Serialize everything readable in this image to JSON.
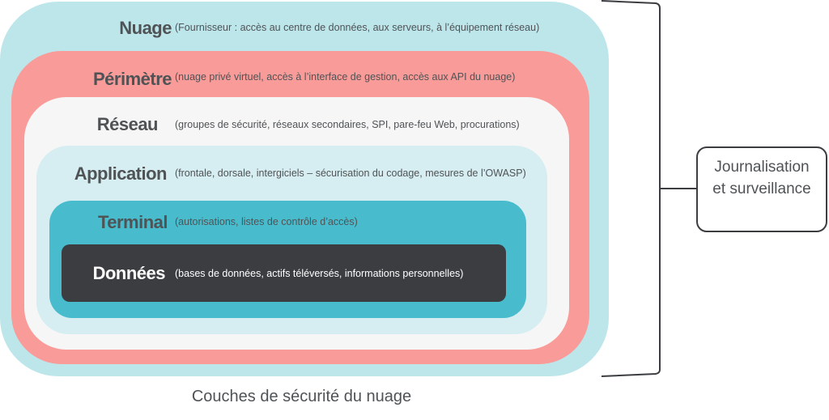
{
  "layers": [
    {
      "title": "Nuage",
      "description": "(Fournisseur : accès au centre de données, aux serveurs, à l’équipement réseau)",
      "color": "#bde6eb"
    },
    {
      "title": "Périmètre",
      "description": "(nuage privé virtuel, accès à l’interface de gestion, accès aux API du nuage)",
      "color": "#f99b98"
    },
    {
      "title": "Réseau",
      "description": "(groupes de sécurité, réseaux secondaires, SPI, pare-feu Web, procurations)",
      "color": "#f6f6f6"
    },
    {
      "title": "Application",
      "description": "(frontale, dorsale, intergiciels – sécurisation du codage, mesures de l’OWASP)",
      "color": "#d6eef1"
    },
    {
      "title": "Terminal",
      "description": "(autorisations, listes de contrôle d’accès)",
      "color": "#48bccd"
    },
    {
      "title": "Données",
      "description": "(bases de données, actifs téléversés, informations personnelles)",
      "color": "#3b3d41"
    }
  ],
  "side_box": {
    "line1": "Journalisation",
    "line2": "et surveillance"
  },
  "caption": "Couches de sécurité du nuage"
}
